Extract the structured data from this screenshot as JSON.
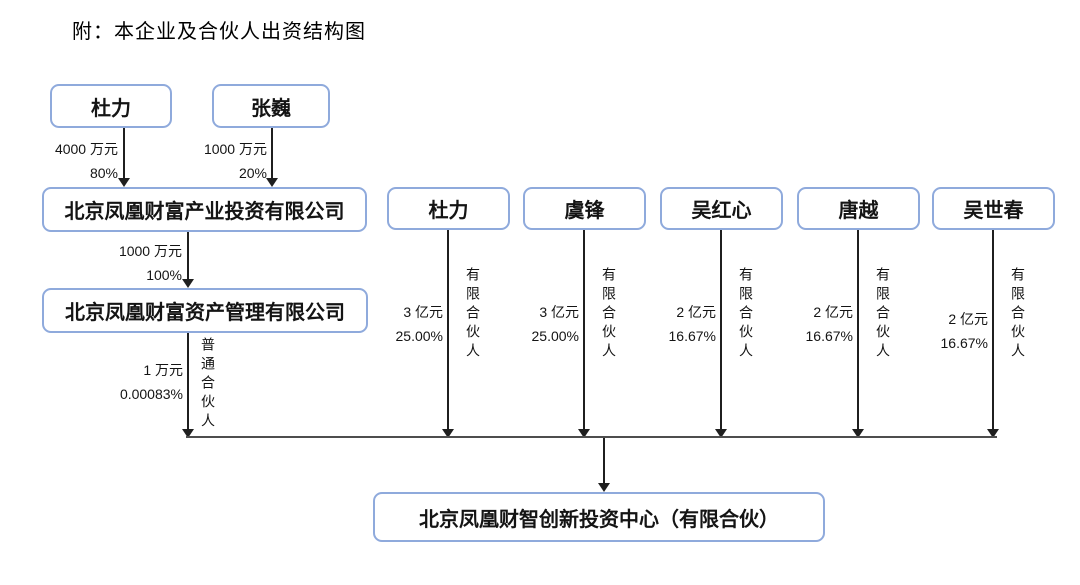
{
  "title": "附：本企业及合伙人出资结构图",
  "colors": {
    "box_border": "#8faadc",
    "arrow_line": "#1f1f1f",
    "collector_line": "#4d4d4d",
    "text": "#141414"
  },
  "top_owners": [
    {
      "name": "杜力",
      "amount": "4000 万元",
      "percent": "80%"
    },
    {
      "name": "张巍",
      "amount": "1000 万元",
      "percent": "20%"
    }
  ],
  "company1": {
    "name": "北京凤凰财富产业投资有限公司"
  },
  "edge_company1_company2": {
    "amount": "1000 万元",
    "percent": "100%"
  },
  "company2": {
    "name": "北京凤凰财富资产管理有限公司"
  },
  "gp_edge": {
    "amount": "1 万元",
    "percent": "0.00083%",
    "role": "普通合伙人"
  },
  "limited_partners": [
    {
      "name": "杜力",
      "amount": "3 亿元",
      "percent": "25.00%",
      "role": "有限合伙人"
    },
    {
      "name": "虞锋",
      "amount": "3 亿元",
      "percent": "25.00%",
      "role": "有限合伙人"
    },
    {
      "name": "吴红心",
      "amount": "2 亿元",
      "percent": "16.67%",
      "role": "有限合伙人"
    },
    {
      "name": "唐越",
      "amount": "2 亿元",
      "percent": "16.67%",
      "role": "有限合伙人"
    },
    {
      "name": "吴世春",
      "amount": "2 亿元",
      "percent": "16.67%",
      "role": "有限合伙人"
    }
  ],
  "partnership": {
    "name": "北京凤凰财智创新投资中心（有限合伙）"
  }
}
